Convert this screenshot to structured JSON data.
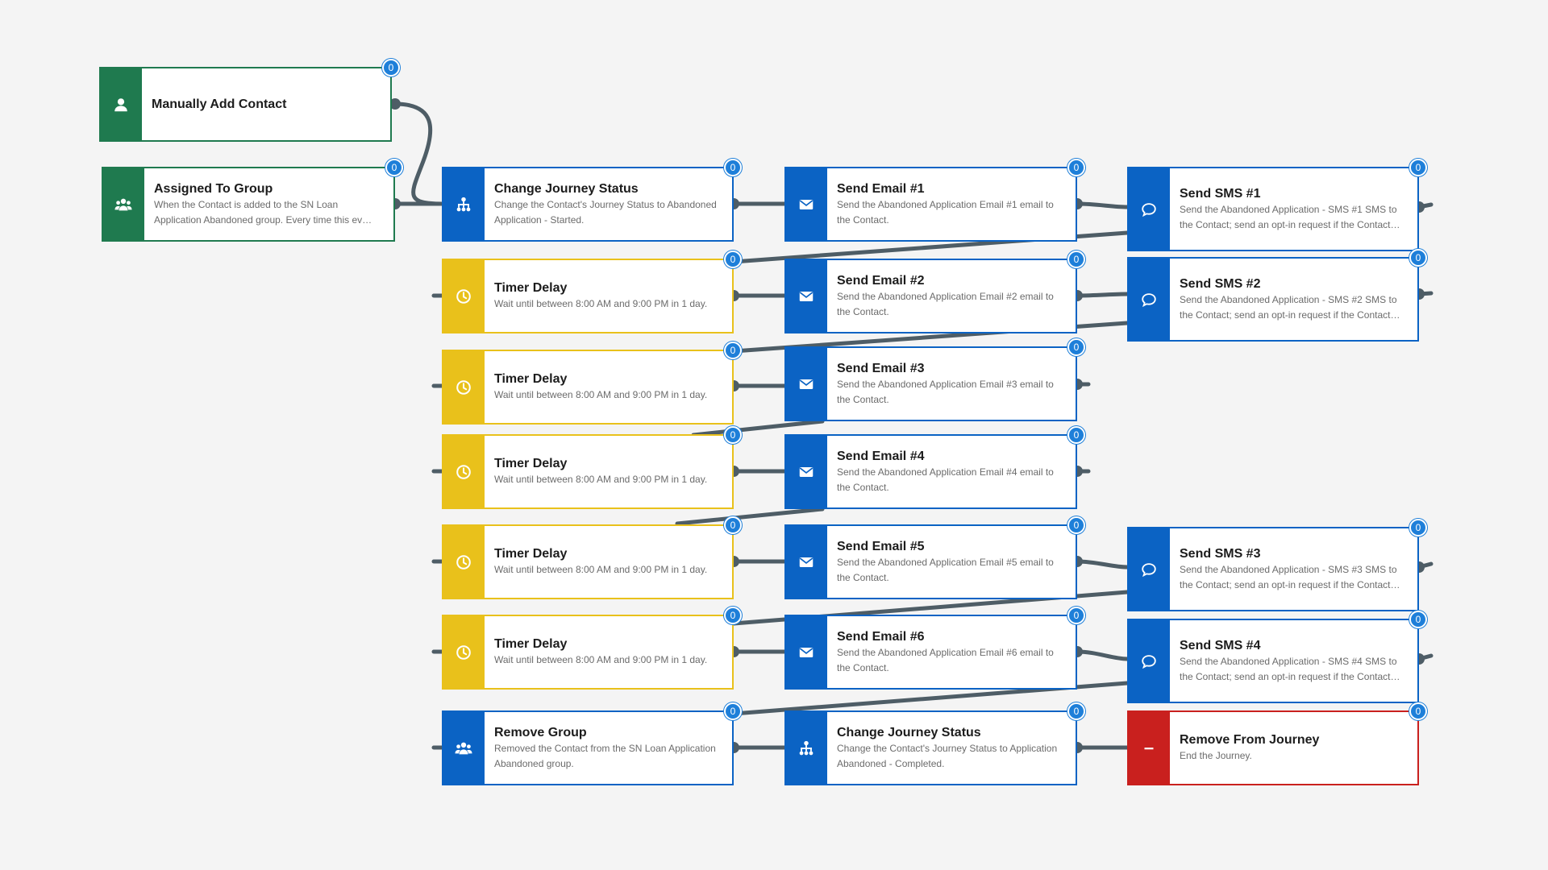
{
  "colors": {
    "blue": "#0b63c4",
    "green": "#1f7a4f",
    "yellow": "#e9c11b",
    "red": "#c9201e",
    "connector": "#4e5d66",
    "badge": "#1e7fd9",
    "background": "#f4f4f4"
  },
  "nodes": {
    "manual_add": {
      "title": "Manually Add Contact",
      "desc": "",
      "count": "0",
      "icon": "user-icon"
    },
    "assigned_group": {
      "title": "Assigned To Group",
      "desc": "When the Contact is added to the SN Loan Application Abandoned group. Every time this ev…",
      "count": "0",
      "icon": "group-icon"
    },
    "change_status_1": {
      "title": "Change Journey Status",
      "desc": "Change the Contact's Journey Status to Abandoned Application - Started.",
      "count": "0",
      "icon": "hierarchy-icon"
    },
    "timer_1": {
      "title": "Timer Delay",
      "desc": "Wait until between 8:00 AM and 9:00 PM in 1 day.",
      "count": "0",
      "icon": "clock-icon"
    },
    "timer_2": {
      "title": "Timer Delay",
      "desc": "Wait until between 8:00 AM and 9:00 PM in 1 day.",
      "count": "0",
      "icon": "clock-icon"
    },
    "timer_3": {
      "title": "Timer Delay",
      "desc": "Wait until between 8:00 AM and 9:00 PM in 1 day.",
      "count": "0",
      "icon": "clock-icon"
    },
    "timer_4": {
      "title": "Timer Delay",
      "desc": "Wait until between 8:00 AM and 9:00 PM in 1 day.",
      "count": "0",
      "icon": "clock-icon"
    },
    "timer_5": {
      "title": "Timer Delay",
      "desc": "Wait until between 8:00 AM and 9:00 PM in 1 day.",
      "count": "0",
      "icon": "clock-icon"
    },
    "remove_group": {
      "title": "Remove Group",
      "desc": "Removed the Contact from the SN Loan Application Abandoned group.",
      "count": "0",
      "icon": "group-icon"
    },
    "email_1": {
      "title": "Send Email #1",
      "desc": "Send the Abandoned Application Email #1 email to the Contact.",
      "count": "0",
      "icon": "email-icon"
    },
    "email_2": {
      "title": "Send Email #2",
      "desc": "Send the Abandoned Application Email #2 email to the Contact.",
      "count": "0",
      "icon": "email-icon"
    },
    "email_3": {
      "title": "Send Email #3",
      "desc": "Send the Abandoned Application Email #3 email to the Contact.",
      "count": "0",
      "icon": "email-icon"
    },
    "email_4": {
      "title": "Send Email #4",
      "desc": "Send the Abandoned Application Email #4 email to the Contact.",
      "count": "0",
      "icon": "email-icon"
    },
    "email_5": {
      "title": "Send Email #5",
      "desc": "Send the Abandoned Application Email #5 email to the Contact.",
      "count": "0",
      "icon": "email-icon"
    },
    "email_6": {
      "title": "Send Email #6",
      "desc": "Send the Abandoned Application Email #6 email to the Contact.",
      "count": "0",
      "icon": "email-icon"
    },
    "change_status_2": {
      "title": "Change Journey Status",
      "desc": "Change the Contact's Journey Status to Application Abandoned - Completed.",
      "count": "0",
      "icon": "hierarchy-icon"
    },
    "sms_1": {
      "title": "Send SMS #1",
      "desc": "Send the Abandoned Application - SMS #1 SMS to the Contact; send an opt-in request if the Contact…",
      "count": "0",
      "icon": "chat-icon"
    },
    "sms_2": {
      "title": "Send SMS #2",
      "desc": "Send the Abandoned Application - SMS #2 SMS to the Contact; send an opt-in request if the Contact…",
      "count": "0",
      "icon": "chat-icon"
    },
    "sms_3": {
      "title": "Send SMS #3",
      "desc": "Send the Abandoned Application - SMS #3 SMS to the Contact; send an opt-in request if the Contact…",
      "count": "0",
      "icon": "chat-icon"
    },
    "sms_4": {
      "title": "Send SMS #4",
      "desc": "Send the Abandoned Application - SMS #4 SMS to the Contact; send an opt-in request if the Contact…",
      "count": "0",
      "icon": "chat-icon"
    },
    "remove_journey": {
      "title": "Remove From Journey",
      "desc": "End the Journey.",
      "count": "0",
      "icon": "minus-icon"
    }
  }
}
